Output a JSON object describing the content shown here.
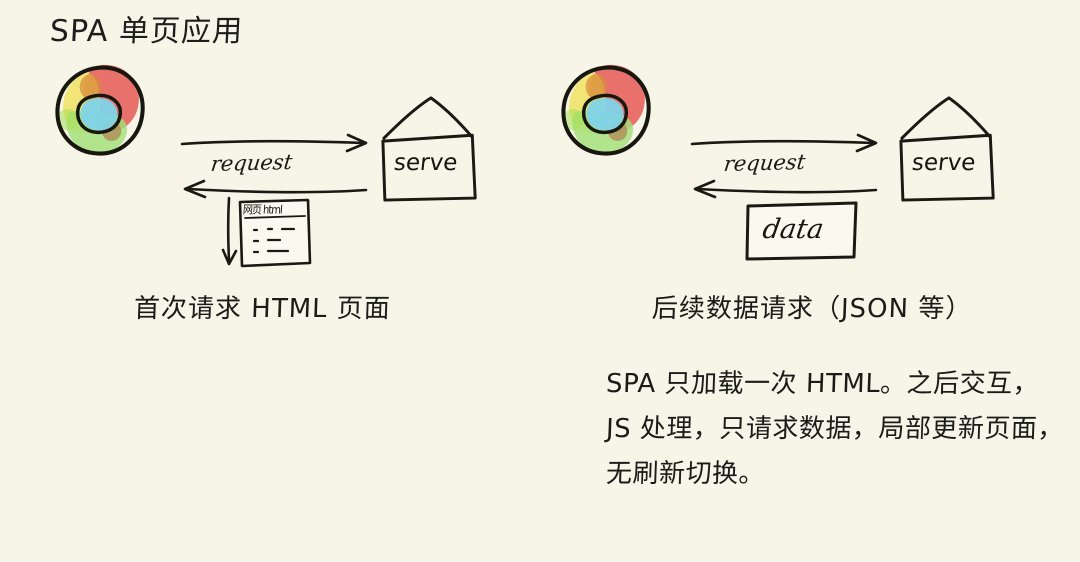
{
  "page": {
    "title": "SPA 单页应用",
    "background_color": "#f7f4e8",
    "ink_color": "#1a1a18"
  },
  "panels": [
    {
      "id": "first-request",
      "browser_icon": "browser-logo-icon",
      "arrow_label": "request",
      "server_label": "serve",
      "payload_kind": "html-document",
      "payload_label": "网页 html",
      "caption": "首次请求 HTML 页面"
    },
    {
      "id": "subsequent-request",
      "browser_icon": "browser-logo-icon",
      "arrow_label": "request",
      "server_label": "serve",
      "payload_kind": "data-box",
      "payload_label": "data",
      "caption": "后续数据请求（JSON 等）"
    }
  ],
  "paragraph": {
    "lines": [
      "SPA 只加载一次 HTML。之后交互，",
      "JS 处理，只请求数据，局部更新页面，",
      "无刷新切换。"
    ]
  },
  "logo_colors": {
    "yellow": "#efe25f",
    "red": "#e4564f",
    "green": "#a2e07a",
    "blue": "#7fd3e8",
    "orange": "#d98a3a",
    "brown": "#b08050"
  },
  "icons": {
    "browser": "browser-logo-icon",
    "server": "house-server-icon",
    "arrow_right": "arrow-right-icon",
    "arrow_left": "arrow-left-icon",
    "document": "html-document-icon",
    "data": "data-packet-icon"
  }
}
